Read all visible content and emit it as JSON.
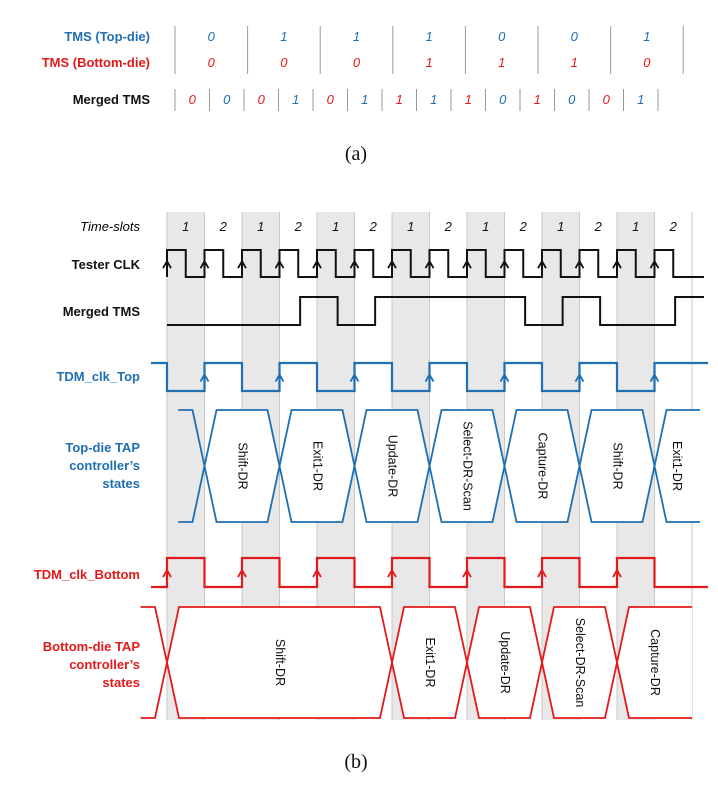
{
  "part_a": {
    "labels": {
      "tms_top": "TMS (Top-die)",
      "tms_bottom": "TMS (Bottom-die)",
      "merged": "Merged TMS"
    },
    "tms_top": [
      "0",
      "1",
      "1",
      "1",
      "0",
      "0",
      "1"
    ],
    "tms_bottom": [
      "0",
      "0",
      "0",
      "1",
      "1",
      "1",
      "0"
    ],
    "merged": [
      "0",
      "0",
      "0",
      "1",
      "0",
      "1",
      "1",
      "1",
      "1",
      "0",
      "1",
      "0",
      "0",
      "1"
    ],
    "caption": "(a)"
  },
  "part_b": {
    "labels": {
      "time_slots": "Time-slots",
      "tester_clk": "Tester CLK",
      "merged_tms": "Merged TMS",
      "tdm_clk_top": "TDM_clk_Top",
      "top_states_label": [
        "Top-die TAP",
        "controller’s",
        "states"
      ],
      "tdm_clk_bottom": "TDM_clk_Bottom",
      "bottom_states_label": [
        "Bottom-die TAP",
        "controller’s",
        "states"
      ]
    },
    "time_slots": [
      "1",
      "2",
      "1",
      "2",
      "1",
      "2",
      "1",
      "2",
      "1",
      "2",
      "1",
      "2",
      "1",
      "2"
    ],
    "merged_tms_levels": [
      0,
      0,
      0,
      1,
      0,
      1,
      1,
      1,
      1,
      0,
      1,
      0,
      0,
      1
    ],
    "top_states": [
      "Shift-DR",
      "Exit1-DR",
      "Update-DR",
      "Select-DR-Scan",
      "Capture-DR",
      "Shift-DR",
      "Exit1-DR"
    ],
    "bottom_states": [
      "Shift-DR",
      "Exit1-DR",
      "Update-DR",
      "Select-DR-Scan",
      "Capture-DR"
    ],
    "caption": "(b)"
  },
  "colors": {
    "top": "#1f6fb2",
    "bottom": "#e31a1c",
    "black": "#111111",
    "shade": "#e8e8e8"
  }
}
